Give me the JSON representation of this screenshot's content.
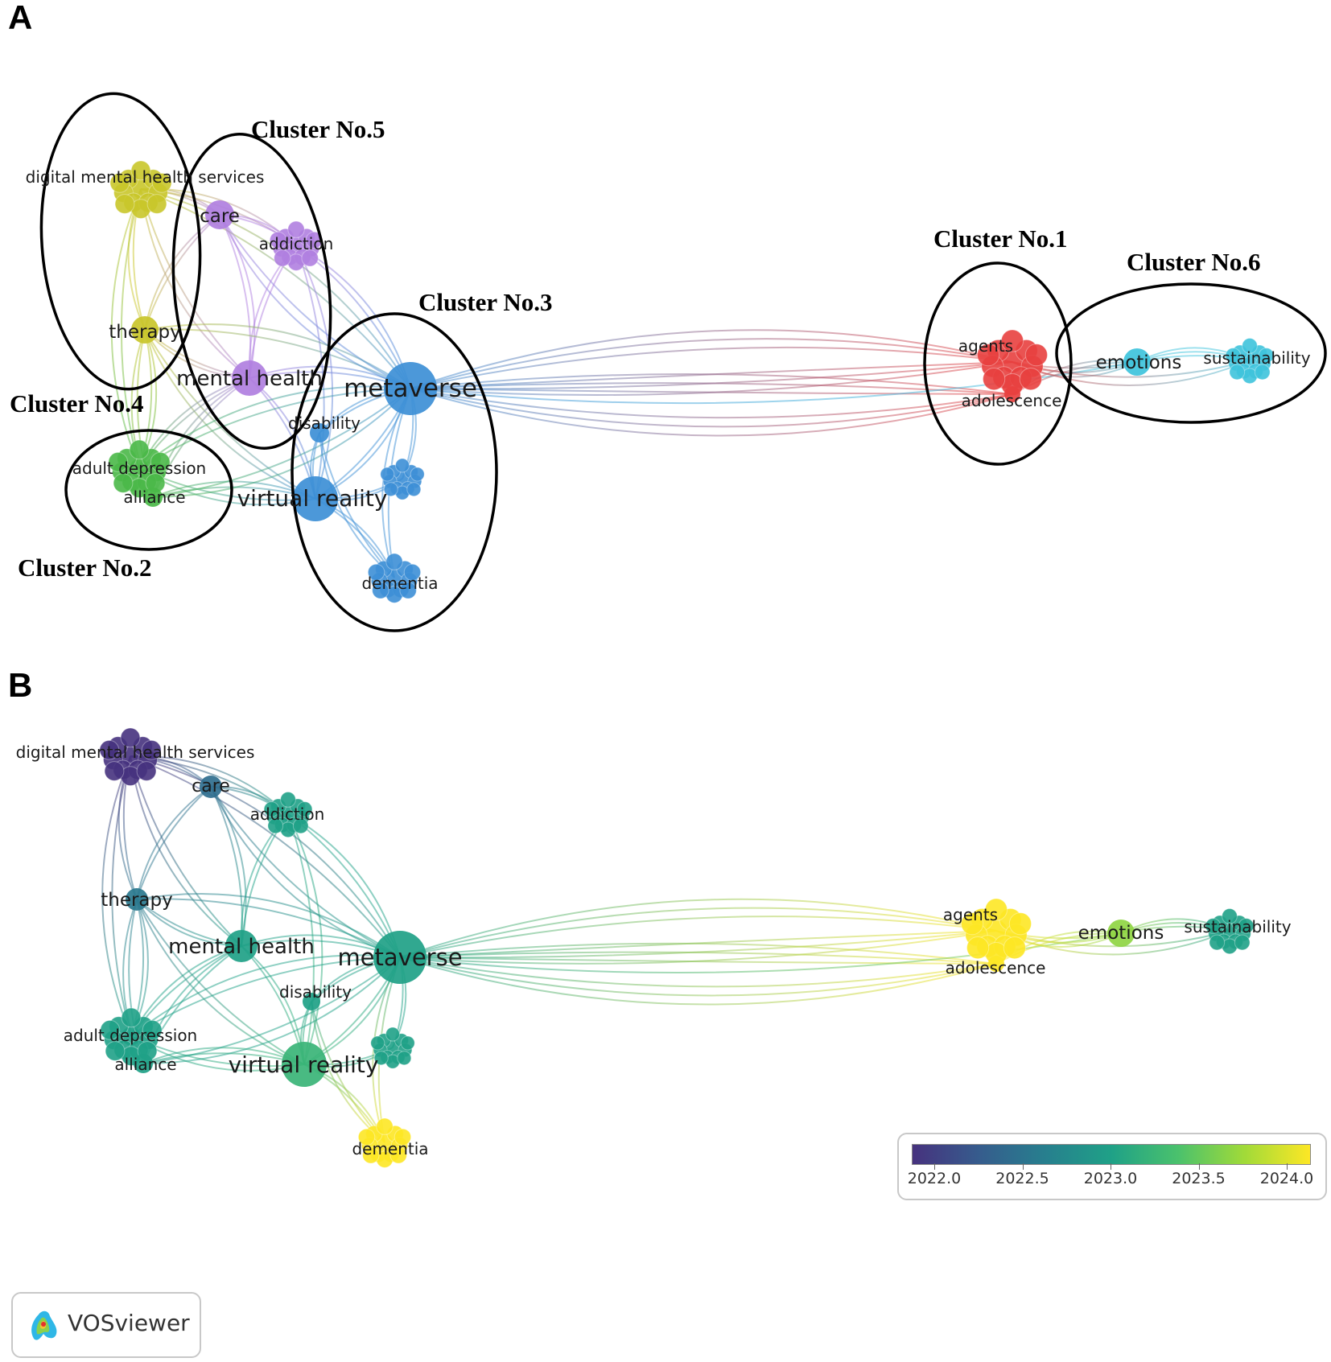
{
  "panels": {
    "a": {
      "letter": "A",
      "clusters": [
        {
          "label": "Cluster No.1",
          "color": "#e8403f"
        },
        {
          "label": "Cluster No.2",
          "color": "#4ab848"
        },
        {
          "label": "Cluster No.3",
          "color": "#3d8fd6"
        },
        {
          "label": "Cluster No.4",
          "color": "#c9c62a"
        },
        {
          "label": "Cluster No.5",
          "color": "#b07fe0"
        },
        {
          "label": "Cluster No.6",
          "color": "#3ec3dc"
        }
      ]
    },
    "b": {
      "letter": "B"
    }
  },
  "keywords": {
    "digital_mental_health_services": "digital mental health services",
    "care": "care",
    "addiction": "addiction",
    "therapy": "therapy",
    "mental_health": "mental health",
    "metaverse": "metaverse",
    "disability": "disability",
    "adult_depression": "adult depression",
    "alliance": "alliance",
    "virtual_reality": "virtual reality",
    "dementia": "dementia",
    "agents": "agents",
    "adolescence": "adolescence",
    "emotions": "emotions",
    "sustainability": "sustainability"
  },
  "overlay_years": {
    "digital_mental_health_services": 2022.0,
    "care": 2022.5,
    "addiction": 2023.0,
    "therapy": 2022.6,
    "mental_health": 2023.0,
    "metaverse": 2023.0,
    "disability": 2023.0,
    "adult_depression": 2023.0,
    "alliance": 2023.0,
    "virtual_reality": 2023.2,
    "small_blue_node": 2023.0,
    "dementia": 2024.0,
    "agents": 2024.0,
    "adolescence": 2024.0,
    "emotions": 2023.6,
    "sustainability": 2023.0
  },
  "legend": {
    "ticks": [
      "2022.0",
      "2022.5",
      "2023.0",
      "2023.5",
      "2024.0"
    ],
    "min": 2022.0,
    "max": 2024.0,
    "colors": [
      "#46327e",
      "#365c8d",
      "#277f8e",
      "#1fa187",
      "#4ac16d",
      "#a0da39",
      "#fde725"
    ]
  },
  "brand": {
    "name": "VOSviewer"
  }
}
